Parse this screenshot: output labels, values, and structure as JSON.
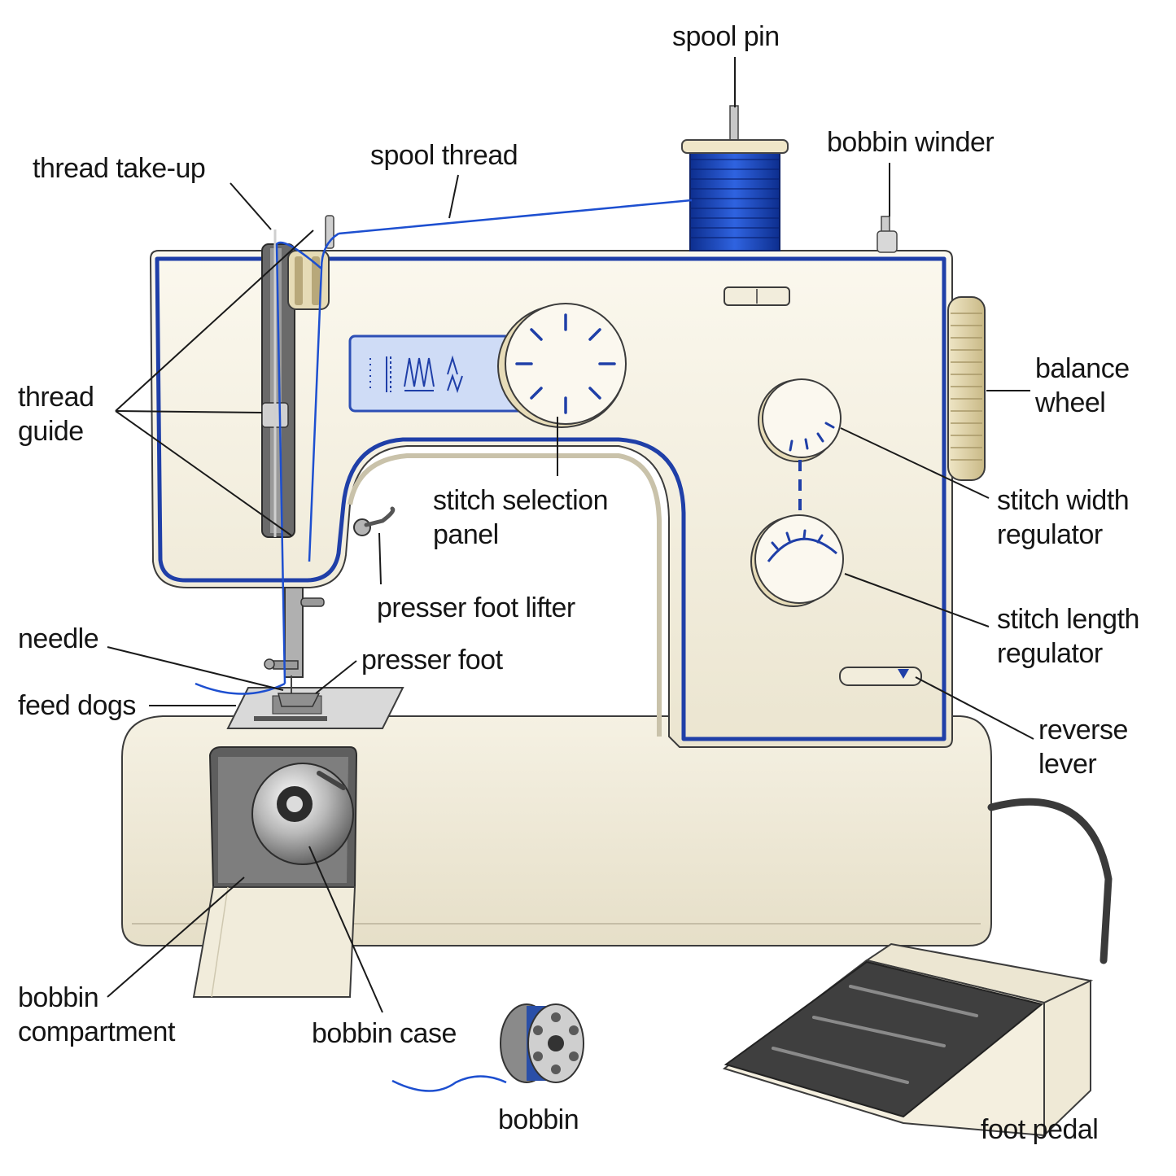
{
  "labels": {
    "spool_pin": "spool pin",
    "bobbin_winder": "bobbin winder",
    "spool_thread": "spool thread",
    "thread_take_up": "thread take-up",
    "thread_guide": [
      "thread",
      "guide"
    ],
    "balance_wheel": [
      "balance",
      "wheel"
    ],
    "stitch_selection_panel": [
      "stitch selection",
      "panel"
    ],
    "stitch_width_regulator": [
      "stitch width",
      "regulator"
    ],
    "stitch_length_regulator": [
      "stitch length",
      "regulator"
    ],
    "presser_foot_lifter": "presser foot lifter",
    "needle": "needle",
    "presser_foot": "presser foot",
    "feed_dogs": "feed dogs",
    "reverse_lever": [
      "reverse",
      "lever"
    ],
    "bobbin_compartment": [
      "bobbin",
      "compartment"
    ],
    "bobbin_case": "bobbin case",
    "bobbin": "bobbin",
    "foot_pedal": "foot pedal"
  },
  "colors": {
    "machine_body": "#f4f0e2",
    "accent_blue": "#1f3fa8",
    "thread_blue": "#1d4fd0",
    "panel_blue": "#cfdcf6",
    "wheel_tan": "#e2d6b0",
    "pedal_dark": "#3a3a3a",
    "outline": "#3c3c3c"
  }
}
